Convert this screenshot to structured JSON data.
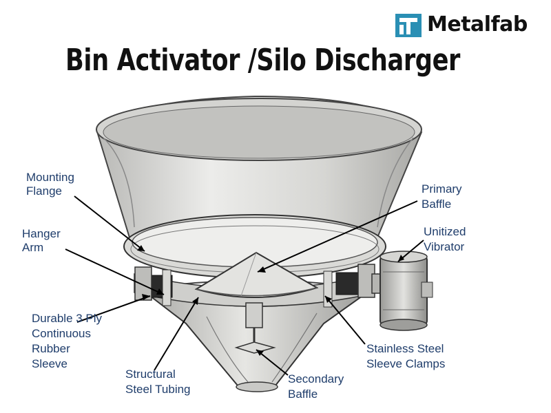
{
  "logo": {
    "text": "Metalfab",
    "icon": "metalfab-logo-icon",
    "icon_color": "#2a8fb4"
  },
  "title": "Bin Activator /Silo Discharger",
  "labels": {
    "mounting_flange": [
      "Mounting",
      "Flange"
    ],
    "hanger_arm": [
      "Hanger",
      "Arm"
    ],
    "rubber_sleeve": [
      "Durable 3 Ply",
      "Continuous",
      "Rubber",
      "Sleeve"
    ],
    "structural_tubing": [
      "Structural",
      "Steel Tubing"
    ],
    "secondary_baffle": [
      "Secondary",
      "Baffle"
    ],
    "primary_baffle": [
      "Primary",
      "Baffle"
    ],
    "unitized_vibrator": [
      "Unitized",
      "Vibrator"
    ],
    "sleeve_clamps": [
      "Stainless Steel",
      "Sleeve Clamps"
    ]
  },
  "colors": {
    "label_text": "#1f3d6b",
    "metal_light": "#e4e4e2",
    "metal_mid": "#bdbdba",
    "metal_dark": "#6e6e6c"
  }
}
